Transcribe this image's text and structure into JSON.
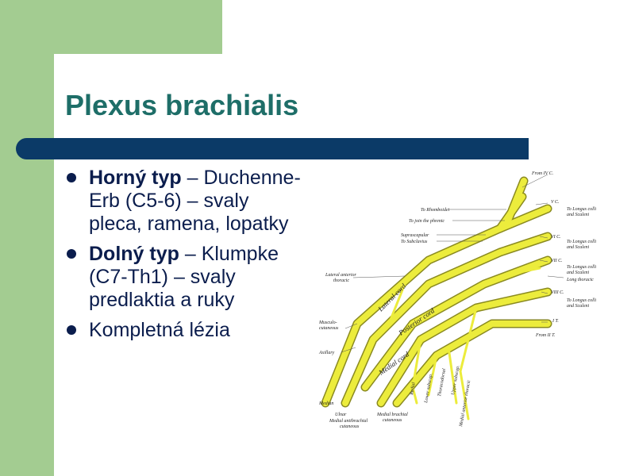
{
  "title": "Plexus brachialis",
  "bullets": [
    {
      "bold": "Horný typ",
      "text": " – Duchenne-Erb (C5-6) – svaly pleca, ramena, lopatky"
    },
    {
      "bold": "Dolný typ",
      "text": " – Klumpke (C7-Th1) – svaly predlaktia a ruky"
    },
    {
      "bold": "",
      "text": "Kompletná lézia"
    }
  ],
  "figure": {
    "labels": {
      "from_iv": "From IV C.",
      "v": "V C.",
      "vi": "VI C.",
      "vii": "VII C.",
      "viii": "VIII C.",
      "i_t": "I T.",
      "from_ii_t": "From II T.",
      "longus_1": "To Longus colli",
      "scaleni_1": "and Scaleni",
      "longus_2": "To Longus colli",
      "scaleni_2": "and Scaleni",
      "longus_3": "To Longus colli",
      "scaleni_3": "and Scaleni",
      "longus_4": "To Longus colli",
      "scaleni_4": "and Scaleni",
      "long_thoracic": "Long thoracic",
      "rhomboidei": "To Rhomboidei",
      "phrenic": "To join the phrenic",
      "suprascapular": "Suprascapular",
      "subclavius": "To Subclavius",
      "lat_ant_thoracic_1": "Lateral anterior",
      "lat_ant_thoracic_2": "thoracic",
      "musculo_1": "Musculo-",
      "musculo_2": "cutaneous",
      "axillary": "Axillary",
      "median": "Median",
      "ulnar": "Ulnar",
      "med_antebrachial_1": "Medial antibrachial",
      "med_antebrachial_2": "cutaneous",
      "med_brachial_1": "Medial brachial",
      "med_brachial_2": "cutaneous",
      "radial": "Radial",
      "lower_subscap": "Lower subscap.",
      "thoracodorsal": "Thoracodorsal",
      "upper_subscap": "Upper subscap.",
      "med_ant_thoracic": "Medial anterior thoracic",
      "lateral_cord": "Lateral cord",
      "posterior_cord": "Posterior cord",
      "medial_cord": "Medial cord"
    },
    "nerve_color": "#ecec3c",
    "nerve_stroke": "#8a8a20"
  }
}
